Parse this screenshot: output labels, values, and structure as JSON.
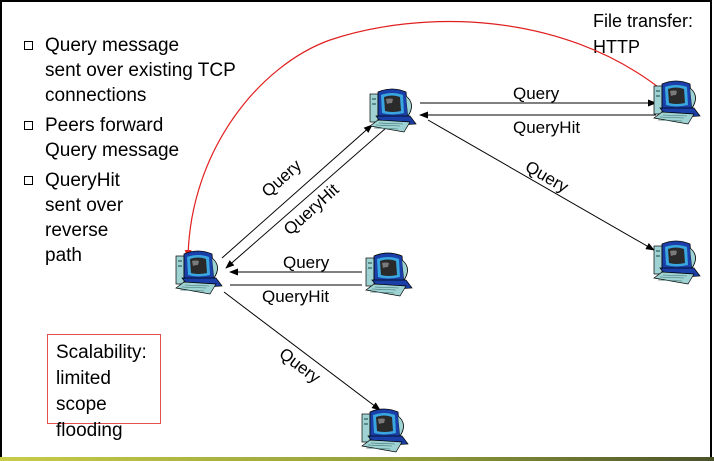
{
  "bullets": [
    {
      "lines": [
        "Query message",
        "sent over existing TCP",
        "connections"
      ]
    },
    {
      "lines": [
        "Peers forward",
        "Query message"
      ]
    },
    {
      "lines": [
        "QueryHit",
        "sent over",
        "reverse",
        "path"
      ]
    }
  ],
  "file_transfer": {
    "line1": "File transfer:",
    "line2": "HTTP"
  },
  "scalability": {
    "title": "Scalability:",
    "line1": "limited scope",
    "line2": "flooding"
  },
  "edge_labels": {
    "left_top_query": "Query",
    "left_top_queryhit": "QueryHit",
    "top_right_query": "Query",
    "top_right_queryhit": "QueryHit",
    "top_diag_query": "Query",
    "mid_query": "Query",
    "mid_queryhit": "QueryHit",
    "bottom_query": "Query"
  },
  "colors": {
    "accent_red": "#e02020",
    "border": "#000000"
  },
  "icons": {
    "peer": "desktop-computer-icon"
  }
}
